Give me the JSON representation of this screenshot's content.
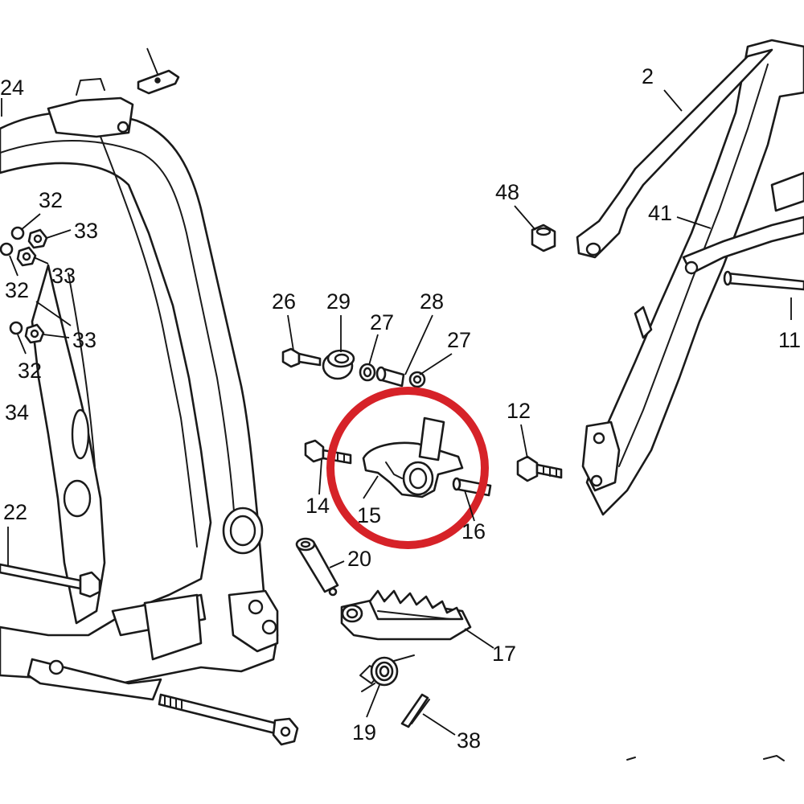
{
  "diagram": {
    "callouts": [
      {
        "id": "c24",
        "text": "24"
      },
      {
        "id": "c32a",
        "text": "32"
      },
      {
        "id": "c33a",
        "text": "33"
      },
      {
        "id": "c33b",
        "text": "33"
      },
      {
        "id": "c32b",
        "text": "32"
      },
      {
        "id": "c33c",
        "text": "33"
      },
      {
        "id": "c32c",
        "text": "32"
      },
      {
        "id": "c34",
        "text": "34"
      },
      {
        "id": "c22",
        "text": "22"
      },
      {
        "id": "c2",
        "text": "2"
      },
      {
        "id": "c48",
        "text": "48"
      },
      {
        "id": "c41",
        "text": "41"
      },
      {
        "id": "c11",
        "text": "11"
      },
      {
        "id": "c26",
        "text": "26"
      },
      {
        "id": "c29",
        "text": "29"
      },
      {
        "id": "c27a",
        "text": "27"
      },
      {
        "id": "c28",
        "text": "28"
      },
      {
        "id": "c27b",
        "text": "27"
      },
      {
        "id": "c12",
        "text": "12"
      },
      {
        "id": "c14",
        "text": "14"
      },
      {
        "id": "c15",
        "text": "15"
      },
      {
        "id": "c16",
        "text": "16"
      },
      {
        "id": "c20",
        "text": "20"
      },
      {
        "id": "c17",
        "text": "17"
      },
      {
        "id": "c19",
        "text": "19"
      },
      {
        "id": "c38",
        "text": "38"
      }
    ],
    "highlight_color": "#d62228",
    "line_color": "#1a1a1a"
  }
}
